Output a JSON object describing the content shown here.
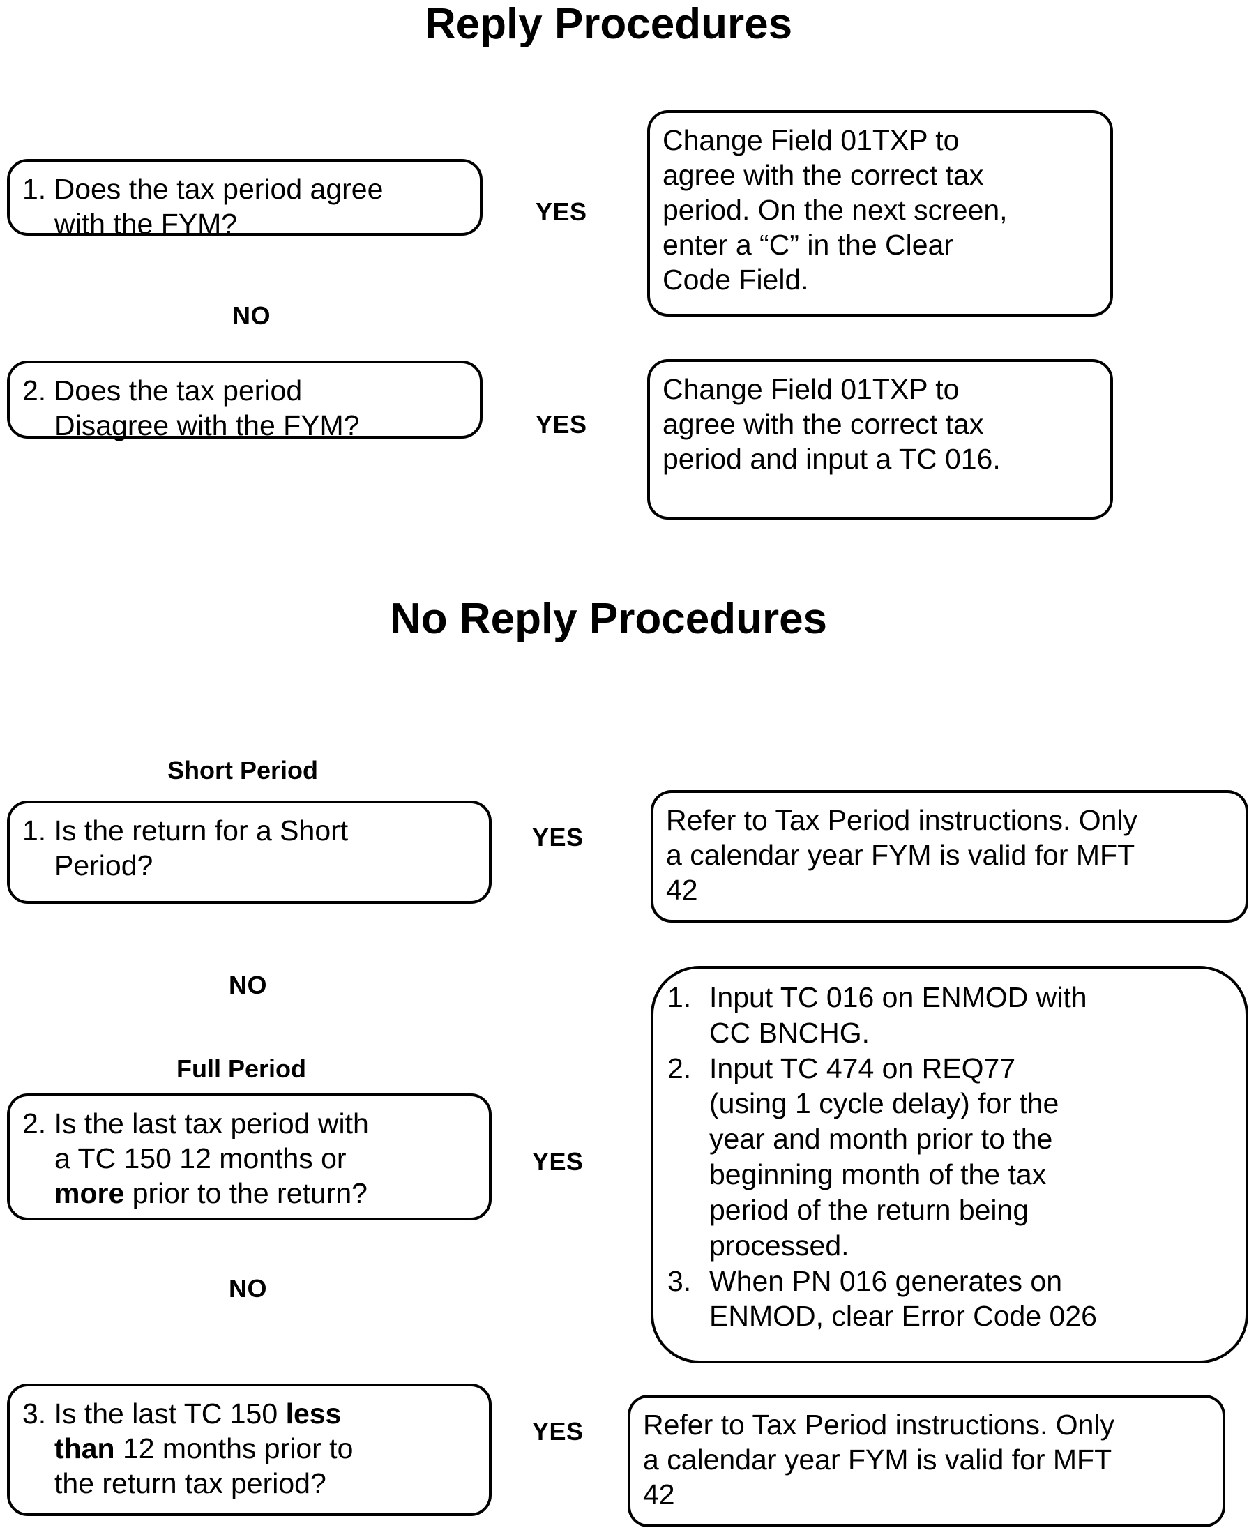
{
  "sections": [
    {
      "title": "Reply Procedures",
      "rows": [
        {
          "question_lines": [
            "1. Does the tax period agree",
            "with the FYM?"
          ],
          "branch_yes": "YES",
          "branch_no": "NO",
          "answer_lines": [
            "Change Field 01TXP to",
            "agree with the correct tax",
            "period. On the next screen,",
            "enter a “C” in the Clear",
            "Code Field."
          ]
        },
        {
          "question_lines": [
            "2. Does the tax period",
            "Disagree with the FYM?"
          ],
          "branch_yes": "YES",
          "answer_lines": [
            "Change Field 01TXP to",
            "agree with the correct tax",
            "period and input a TC 016."
          ]
        }
      ]
    },
    {
      "title": "No Reply Procedures",
      "rows": [
        {
          "heading": "Short Period",
          "question_lines": [
            "1. Is the return for a Short",
            "Period?"
          ],
          "branch_yes": "YES",
          "branch_no": "NO",
          "answer_lines": [
            "Refer to Tax Period instructions. Only",
            "a calendar year FYM is valid for MFT",
            "42"
          ]
        },
        {
          "heading": "Full Period",
          "question_lines_html": [
            "2. Is the last tax period with",
            "a TC 150 12 months or",
            "<b>more</b> prior to the return?"
          ],
          "branch_yes": "YES",
          "branch_no": "NO",
          "answer_list": [
            {
              "num": "1.",
              "lines": [
                "Input TC 016 on ENMOD with",
                "CC BNCHG."
              ]
            },
            {
              "num": "2.",
              "lines": [
                "Input TC 474 on REQ77",
                "(using 1 cycle delay) for the",
                "year and month prior to the",
                "beginning month of the tax",
                "period of the return being",
                "processed."
              ]
            },
            {
              "num": "3.",
              "lines": [
                "When PN 016 generates on",
                "ENMOD, clear Error Code 026"
              ]
            }
          ]
        },
        {
          "question_lines_html": [
            "3. Is the last TC 150 <b>less</b>",
            "<b>than</b> 12 months prior to",
            "the return tax period?"
          ],
          "branch_yes": "YES",
          "answer_lines": [
            "Refer to Tax Period instructions. Only",
            "a calendar year FYM is valid for MFT",
            "42"
          ]
        }
      ]
    }
  ],
  "colors": {
    "stroke": "#000000",
    "background": "#ffffff",
    "text": "#000000"
  }
}
